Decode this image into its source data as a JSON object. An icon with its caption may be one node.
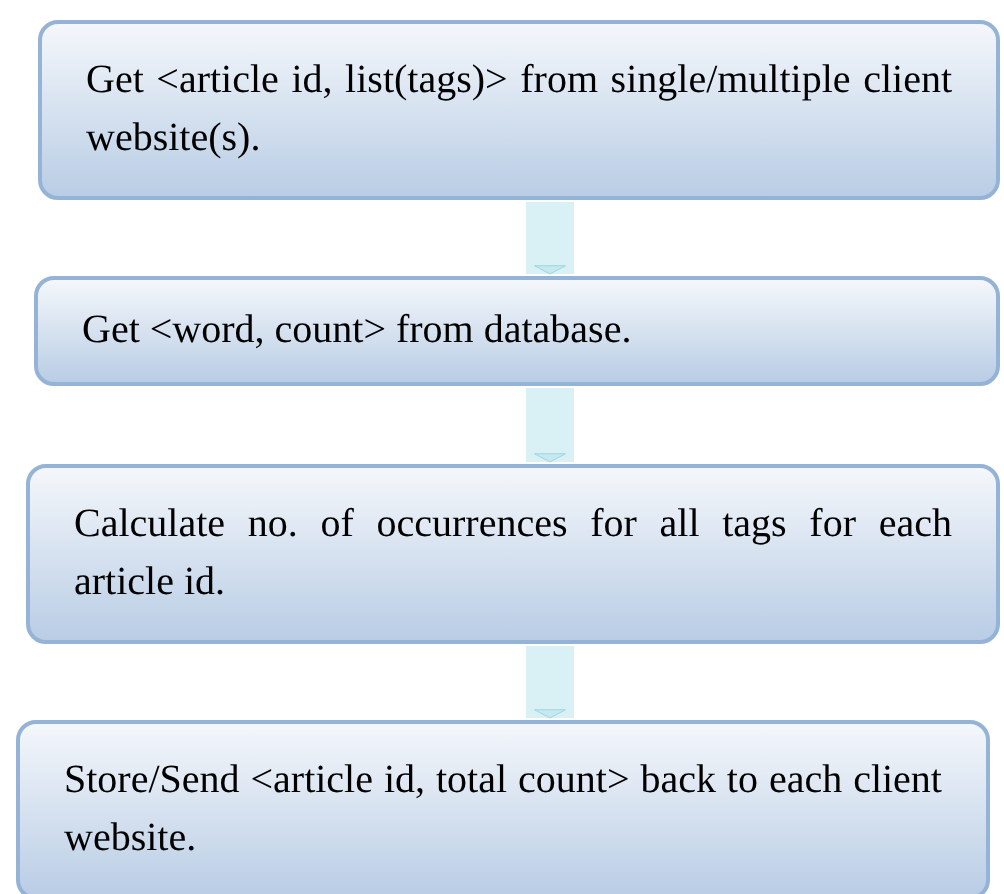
{
  "diagram": {
    "nodes": [
      {
        "text": [
          "Get <article id, list(tags)> from single/multiple client website(s)."
        ]
      },
      {
        "text": [
          "Get <word, count> from database."
        ]
      },
      {
        "text": [
          "Calculate no. of occurrences for all tags for each article id."
        ]
      },
      {
        "text": [
          "Store/Send <article id, total count> back to each client website."
        ]
      }
    ],
    "edges": [
      {
        "from": 0,
        "to": 1,
        "arrow": "to"
      },
      {
        "from": 1,
        "to": 2,
        "arrow": "to"
      },
      {
        "from": 2,
        "to": 3,
        "arrow": "to"
      }
    ]
  }
}
